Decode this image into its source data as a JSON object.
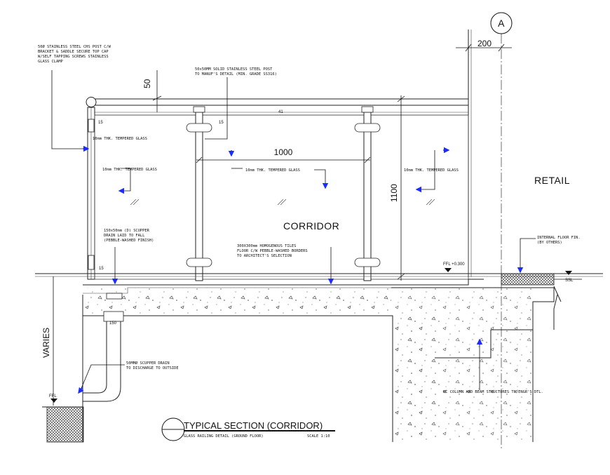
{
  "grid_label": "A",
  "dimensions": {
    "d200": "200",
    "d50": "50",
    "d1000": "1000",
    "d1100": "1100",
    "d150": "150",
    "d41": "41",
    "d15": "15",
    "varies": "VARIES"
  },
  "labels": {
    "retail": "RETAIL",
    "corridor": "CORRIDOR",
    "ffl_level": "FFL +0.300",
    "ffl": "FFL",
    "ssl": "SSL"
  },
  "notes": {
    "chs_post": [
      "50Ø STAINLESS STEEL CHS POST C/W",
      "BRACKET & SADDLE SECURE TOP CAP",
      "W/SELF TAPPING SCREWS STAINLESS",
      "GLASS CLAMP"
    ],
    "solid_post": [
      "50x50MM SOLID STAINLESS STEEL POST",
      "TO MANUF'S DETAIL (MIN. GRADE SS316)"
    ],
    "glass_a": "10mm THK. TEMPERED GLASS",
    "glass_b": "10mm THK. TEMPERED GLASS",
    "glass_c": "10mm THK. TEMPERED GLASS",
    "glass_d": "10mm THK. TEMPERED GLASS",
    "scupper": [
      "150x50mm (D) SCUPPER",
      "DRAIN LAID TO FALL",
      "(PEBBLE-WASHED FINISH)"
    ],
    "tiles": [
      "300X300mm HOMOGENOUS TILES",
      "FLOOR C/W PEBBLE-WASHED BORDERS",
      "TO ARCHITECT'S SELECTION"
    ],
    "floor_fin": [
      "INTERNAL FLOOR FIN.",
      "(BY OTHERS)"
    ],
    "drain": [
      "50MMØ SCUPPER DRAIN",
      "TO DISCHARGE TO OUTSIDE"
    ],
    "rc": "RC COLUMN AND BEAM STRUCTURES TO ENGR'S DTL."
  },
  "title_block": {
    "title": "TYPICAL SECTION (CORRIDOR)",
    "subtitle": "GLASS RAILING DETAIL (GROUND FLOOR)",
    "scale": "SCALE 1:10"
  },
  "colors": {
    "leader_arrow": "#1a2cff",
    "line": "#222222"
  }
}
